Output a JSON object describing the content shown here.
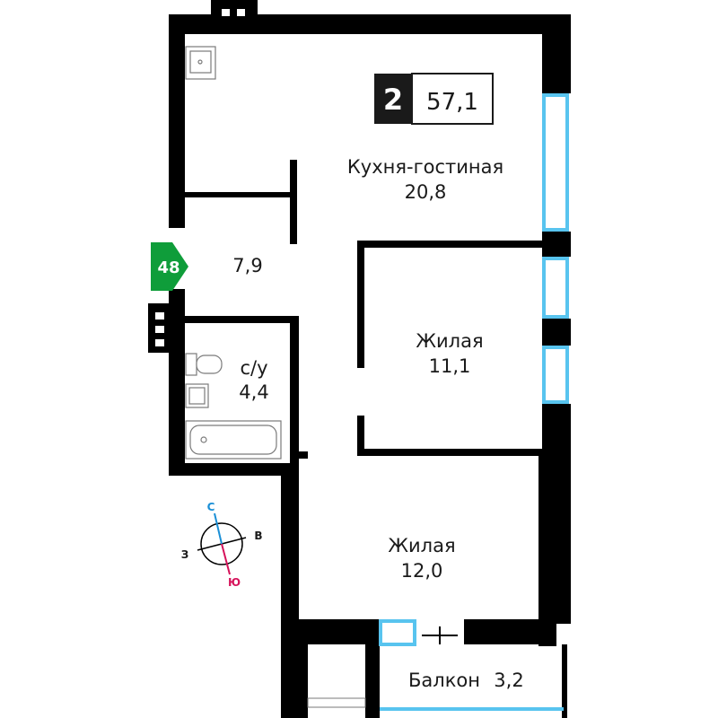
{
  "header": {
    "rooms_count": "2",
    "total_area": "57,1"
  },
  "entrance": {
    "number": "48",
    "color": "#0f9d3a"
  },
  "rooms": {
    "kitchen_living": {
      "name": "Кухня-гостиная",
      "area": "20,8"
    },
    "hall": {
      "area": "7,9"
    },
    "bathroom": {
      "name": "с/у",
      "area": "4,4"
    },
    "bedroom_1": {
      "name": "Жилая",
      "area": "11,1"
    },
    "bedroom_2": {
      "name": "Жилая",
      "area": "12,0"
    },
    "balcony": {
      "name": "Балкон",
      "area": "3,2"
    }
  },
  "compass": {
    "north": "С",
    "south": "Ю",
    "east": "В",
    "west": "З",
    "north_color": "#1a8fd6",
    "south_color": "#d6125a"
  },
  "colors": {
    "wall": "#000000",
    "window": "#58c4ef"
  }
}
